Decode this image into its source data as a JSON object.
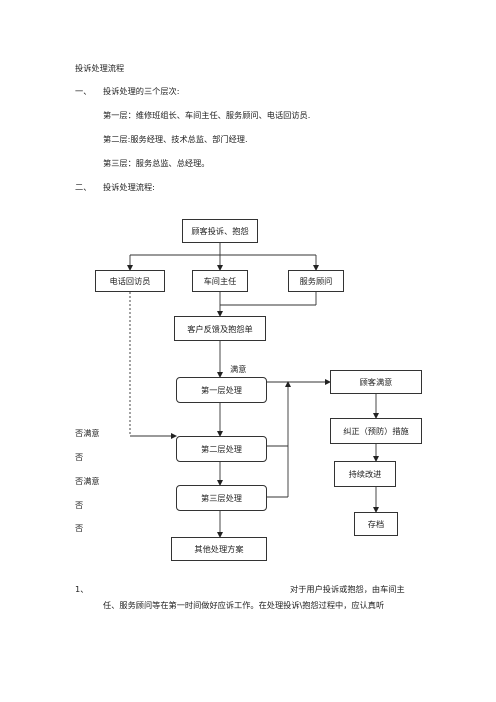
{
  "doc": {
    "title": "投诉处理流程",
    "section1": {
      "num": "一、",
      "heading": "投诉处理的三个层次:"
    },
    "levels": [
      "第一层：维修班组长、车间主任、服务顾问、电话回访员.",
      "第二层:服务经理、技术总监、部门经理.",
      "第三层：服务总监、总经理。"
    ],
    "section2": {
      "num": "二、",
      "heading": "投诉处理流程:"
    }
  },
  "flow": {
    "top": "顾客投诉、抱怨",
    "branches": [
      "电话回访员",
      "车间主任",
      "服务顾问"
    ],
    "form": "客户反馈及抱怨单",
    "satisfied_label": "满意",
    "level1": "第一层处理",
    "level2": "第二层处理",
    "level3": "第三层处理",
    "other": "其他处理方案",
    "right_boxes": [
      "顾客满意",
      "纠正（预防）措施",
      "持续改进",
      "存档"
    ],
    "left_labels": [
      "否满意",
      "否",
      "否满意",
      "否",
      "否"
    ]
  },
  "footer": {
    "num": "1、",
    "line1": "对于用户投诉或抱怨，由车间主",
    "line2": "任、服务顾问等在第一时间做好应诉工作。在处理投诉\\抱怨过程中，应认真听"
  }
}
